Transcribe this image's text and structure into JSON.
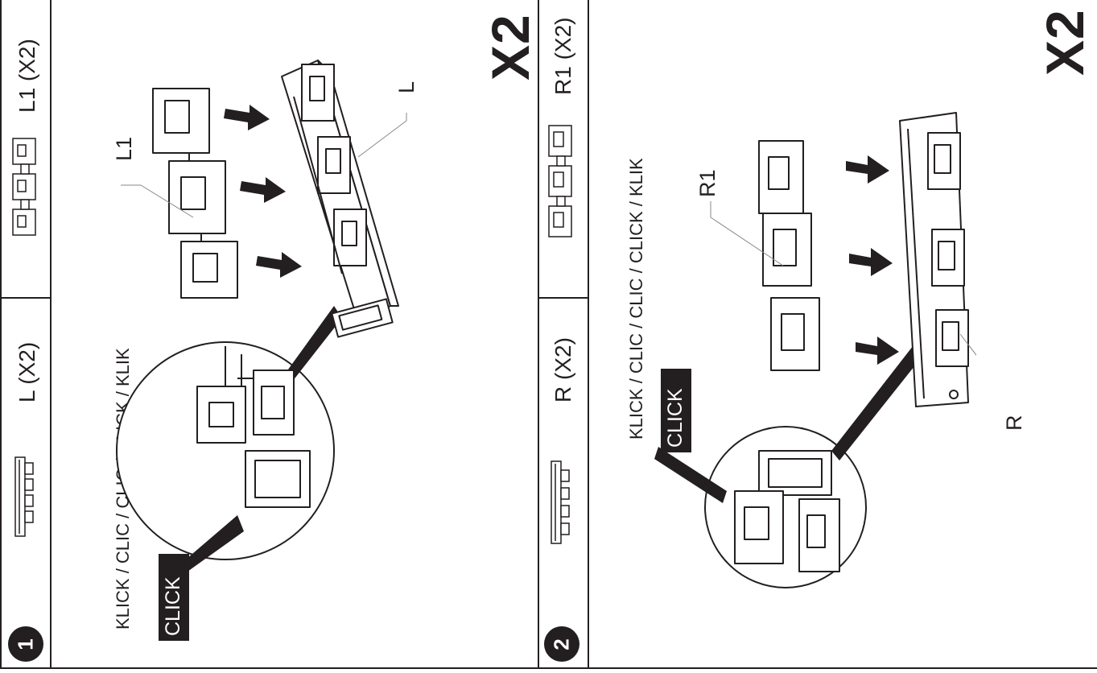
{
  "step1": {
    "number": "1",
    "part_a": "L (X2)",
    "part_b": "L1 (X2)",
    "click_text": "KLICK / CLIC / CLIC / CLICK / KLIK",
    "callout": "CLICK",
    "label_l1": "L1",
    "label_l": "L",
    "multiplier": "X2"
  },
  "step2": {
    "number": "2",
    "part_a": "R (X2)",
    "part_b": "R1 (X2)",
    "click_text": "KLICK / CLIC / CLIC / CLICK / KLIK",
    "callout": "CLICK",
    "label_r1": "R1",
    "label_r": "R",
    "multiplier": "X2"
  }
}
